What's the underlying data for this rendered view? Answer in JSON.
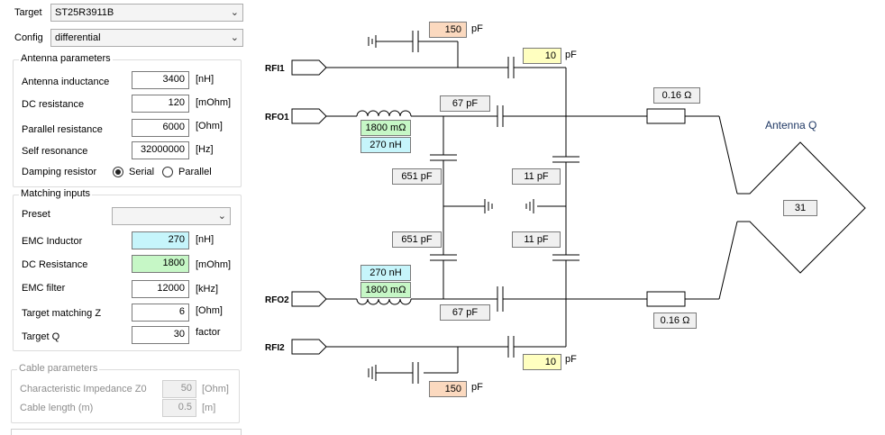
{
  "left": {
    "target_label": "Target",
    "target_value": "ST25R3911B",
    "config_label": "Config",
    "config_value": "differential",
    "antenna": {
      "title": "Antenna parameters",
      "rows": [
        {
          "label": "Antenna inductance",
          "value": "3400",
          "unit": "[nH]"
        },
        {
          "label": "DC resistance",
          "value": "120",
          "unit": "[mOhm]"
        },
        {
          "label": "Parallel resistance",
          "value": "6000",
          "unit": "[Ohm]"
        },
        {
          "label": "Self resonance",
          "value": "32000000",
          "unit": "[Hz]"
        }
      ],
      "damping_label": "Damping resistor",
      "serial_label": "Serial",
      "parallel_label": "Parallel",
      "damping_selected": "Serial"
    },
    "matching": {
      "title": "Matching inputs",
      "preset_label": "Preset",
      "preset_value": "",
      "rows": [
        {
          "label": "EMC Inductor",
          "value": "270",
          "unit": "[nH]"
        },
        {
          "label": "DC Resistance",
          "value": "1800",
          "unit": "[mOhm]"
        },
        {
          "label": "EMC filter",
          "value": "12000",
          "unit": "[kHz]"
        },
        {
          "label": "Target matching Z",
          "value": "6",
          "unit": "[Ohm]"
        },
        {
          "label": "Target Q",
          "value": "30",
          "unit": "factor"
        }
      ]
    },
    "cable": {
      "title": "Cable parameters",
      "rows": [
        {
          "label": "Characteristic Impedance Z0",
          "value": "50",
          "unit": "[Ohm]"
        },
        {
          "label": "Cable length (m)",
          "value": "0.5",
          "unit": "[m]"
        }
      ]
    }
  },
  "schematic": {
    "pins": {
      "rfi1": "RFI1",
      "rfo1": "RFO1",
      "rfo2": "RFO2",
      "rfi2": "RFI2"
    },
    "cap_top_outer": "150",
    "cap_top_outer_unit": "pF",
    "cap_top_inner": "10",
    "cap_top_inner_unit": "pF",
    "cap_series_top": "67 pF",
    "cap_series_bottom": "67 pF",
    "cap_shunt_left_top": "651 pF",
    "cap_shunt_left_bottom": "651 pF",
    "cap_shunt_right_top": "11 pF",
    "cap_shunt_right_bottom": "11 pF",
    "ind_top_r": "1800 mΩ",
    "ind_top_l": "270 nH",
    "ind_bottom_l": "270 nH",
    "ind_bottom_r": "1800 mΩ",
    "res_top": "0.16 Ω",
    "res_bottom": "0.16 Ω",
    "cap_bottom_inner": "10",
    "cap_bottom_inner_unit": "pF",
    "cap_bottom_outer": "150",
    "cap_bottom_outer_unit": "pF",
    "antenna_label": "Antenna Q",
    "antenna_q": "31"
  },
  "colors": {
    "peach": "#fbd9bf",
    "yellow": "#ffffc0",
    "cyan": "#c6f5fb",
    "green": "#c6f7c6",
    "gray": "#f0f0f0",
    "antenna_title": "#1f3864"
  }
}
